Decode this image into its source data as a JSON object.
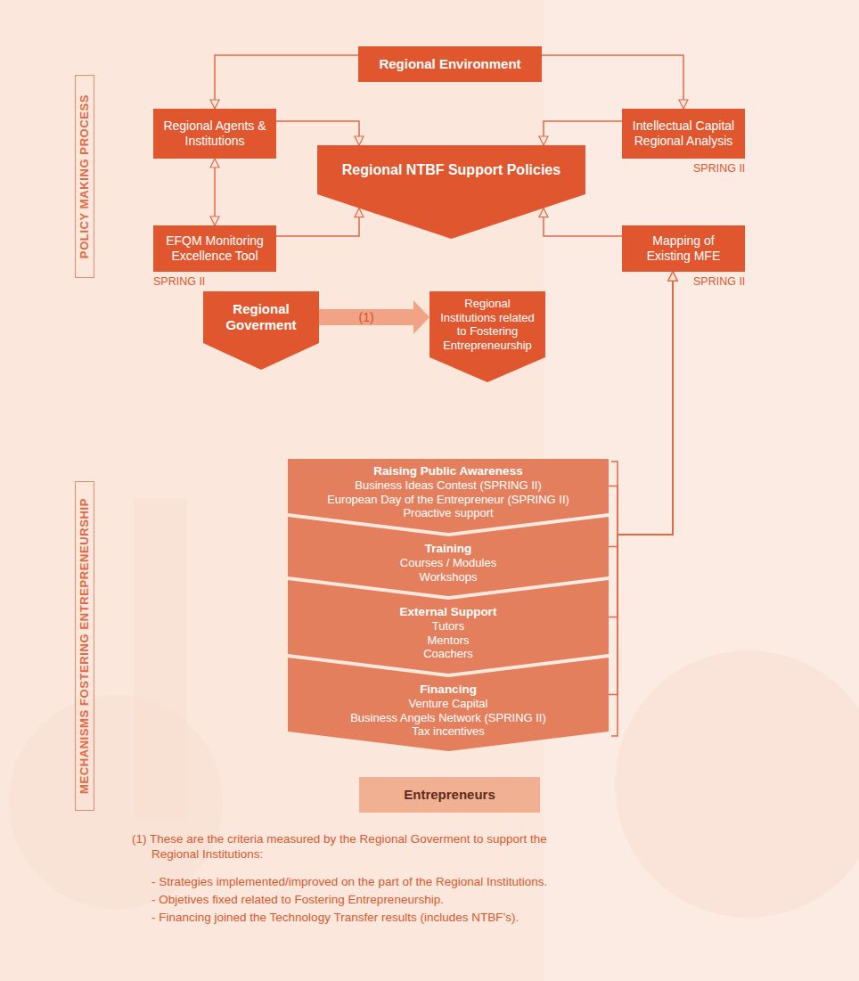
{
  "diagram": {
    "nodes": [
      {
        "text": [
          "POLICY MAKING PROCESS"
        ]
      },
      {
        "text": [
          "Regional Environment"
        ]
      },
      {
        "text": [
          "Regional Agents & Institutions"
        ]
      },
      {
        "text": [
          "Intellectual Capital Regional Analysis"
        ]
      },
      {
        "text": [
          "Regional NTBF Support Policies"
        ]
      },
      {
        "text": [
          "EFQM Monitoring Excellence Tool"
        ]
      },
      {
        "text": [
          "Mapping of Existing MFE"
        ]
      },
      {
        "text": [
          "Regional Goverment"
        ]
      },
      {
        "text": [
          "Regional Institutions related to Fostering Entrepreneurship"
        ]
      },
      {
        "text": [
          "MECHANISMS FOSTERING ENTREPRENEURSHIP"
        ]
      },
      {
        "text": [
          "Raising Public Awareness",
          "Business Ideas Contest (SPRING II)",
          "European Day of the Entrepreneur (SPRING II)",
          "Proactive support"
        ]
      },
      {
        "text": [
          "Training",
          "Courses / Modules",
          "Workshops"
        ]
      },
      {
        "text": [
          "External Support",
          "Tutors",
          "Mentors",
          "Coachers"
        ]
      },
      {
        "text": [
          "Financing",
          "Venture Capital",
          "Business Angels Network (SPRING II)",
          "Tax incentives"
        ]
      },
      {
        "text": [
          "Entrepreneurs"
        ]
      }
    ],
    "edges": [
      {
        "from": 1,
        "to": 2,
        "arrow": "to"
      },
      {
        "from": 1,
        "to": 3,
        "arrow": "to"
      },
      {
        "from": 2,
        "to": 4,
        "arrow": "to"
      },
      {
        "from": 3,
        "to": 4,
        "arrow": "to"
      },
      {
        "from": 2,
        "to": 5,
        "arrow": "both"
      },
      {
        "from": 5,
        "to": 4,
        "arrow": "to"
      },
      {
        "from": 6,
        "to": 4,
        "arrow": "to"
      },
      {
        "from": 7,
        "to": 8,
        "label": "(1)",
        "arrow": "to"
      },
      {
        "from": 10,
        "to": 6,
        "arrow": "to"
      },
      {
        "from": 11,
        "to": 6,
        "arrow": "to"
      },
      {
        "from": 12,
        "to": 6,
        "arrow": "to"
      },
      {
        "from": 13,
        "to": 6,
        "arrow": "to"
      }
    ],
    "labels": [
      "SPRING II",
      "SPRING II",
      "SPRING II",
      "(1) These are the criteria measured by the Regional Goverment to support the Regional Institutions:",
      "- Strategies implemented/improved on the part of the Regional Institutions.",
      "- Objetives fixed related to Fostering Entrepreneurship.",
      "- Financing joined the Technology Transfer results (includes NTBF’s)."
    ]
  }
}
